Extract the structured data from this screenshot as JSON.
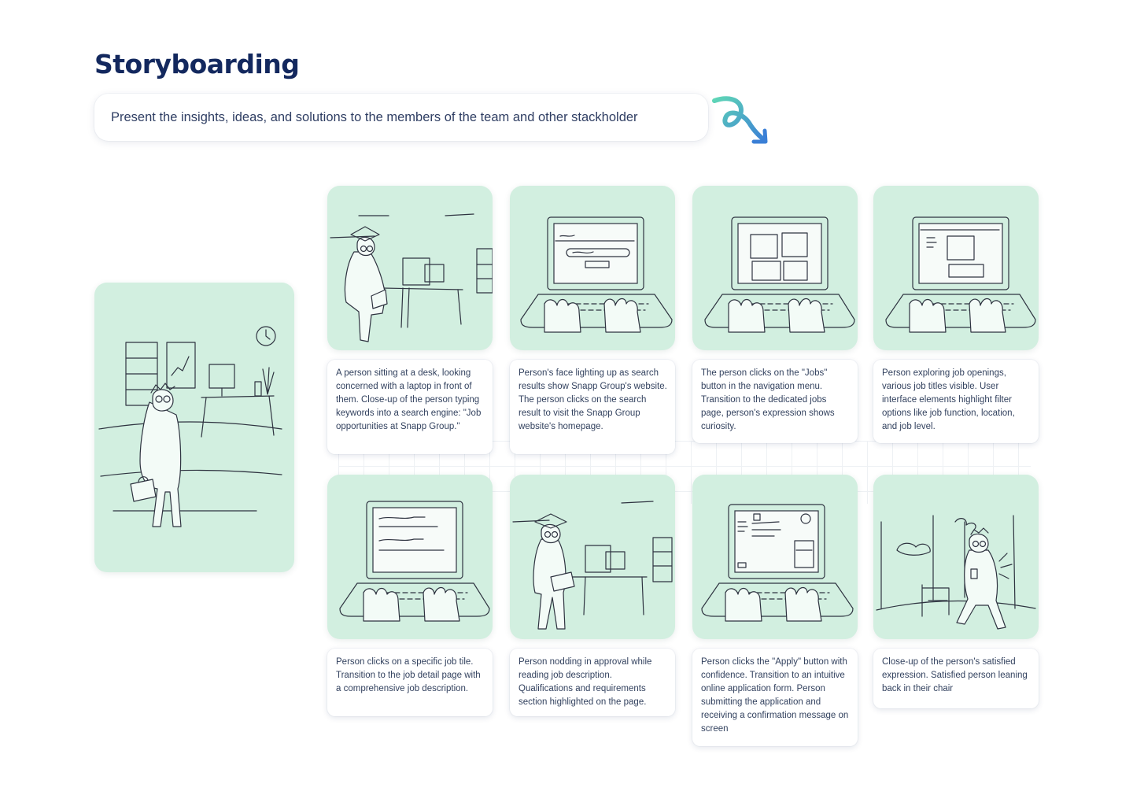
{
  "header": {
    "title": "Storyboarding",
    "subtitle": "Present the insights, ideas, and solutions to the members of the team and other stackholder"
  },
  "colors": {
    "panel_bg": "#d2efe0",
    "title": "#13285e",
    "arrow_start": "#5fd6b6",
    "arrow_end": "#3a7fd6"
  },
  "icons": [
    "curly-arrow-icon"
  ],
  "storyboard": {
    "intro_scene": "person-with-briefcase-in-office",
    "frames": [
      {
        "scene": "person-at-desk-with-laptop",
        "caption": "A person sitting at a desk, looking concerned with a laptop in front of them. Close-up of the person typing keywords into a search engine: \"Job opportunities at Snapp Group.\""
      },
      {
        "scene": "laptop-search-screen",
        "caption": "Person's face lighting up as search results show Snapp Group's website. The person clicks on the search result to visit the Snapp Group website's homepage."
      },
      {
        "scene": "laptop-grid-screen",
        "caption": "The person clicks on the \"Jobs\" button in the navigation menu. Transition to the dedicated jobs page, person's expression shows curiosity."
      },
      {
        "scene": "laptop-jobs-screen",
        "caption": "Person exploring job openings, various job titles visible. User interface elements highlight filter options like job function, location, and job level."
      },
      {
        "scene": "laptop-job-detail-screen",
        "caption": "Person clicks on a specific job tile. Transition to the job detail page with a comprehensive job description."
      },
      {
        "scene": "person-standing-with-laptop",
        "caption": "Person nodding in approval while reading job description. Qualifications and requirements section highlighted on the page."
      },
      {
        "scene": "laptop-application-form-screen",
        "caption": "Person clicks the \"Apply\" button with confidence. Transition to an intuitive online application form. Person submitting the application and receiving a confirmation message on screen"
      },
      {
        "scene": "person-satisfied-with-cup",
        "caption": "Close-up of the person's satisfied expression. Satisfied person leaning back in their chair"
      }
    ]
  }
}
